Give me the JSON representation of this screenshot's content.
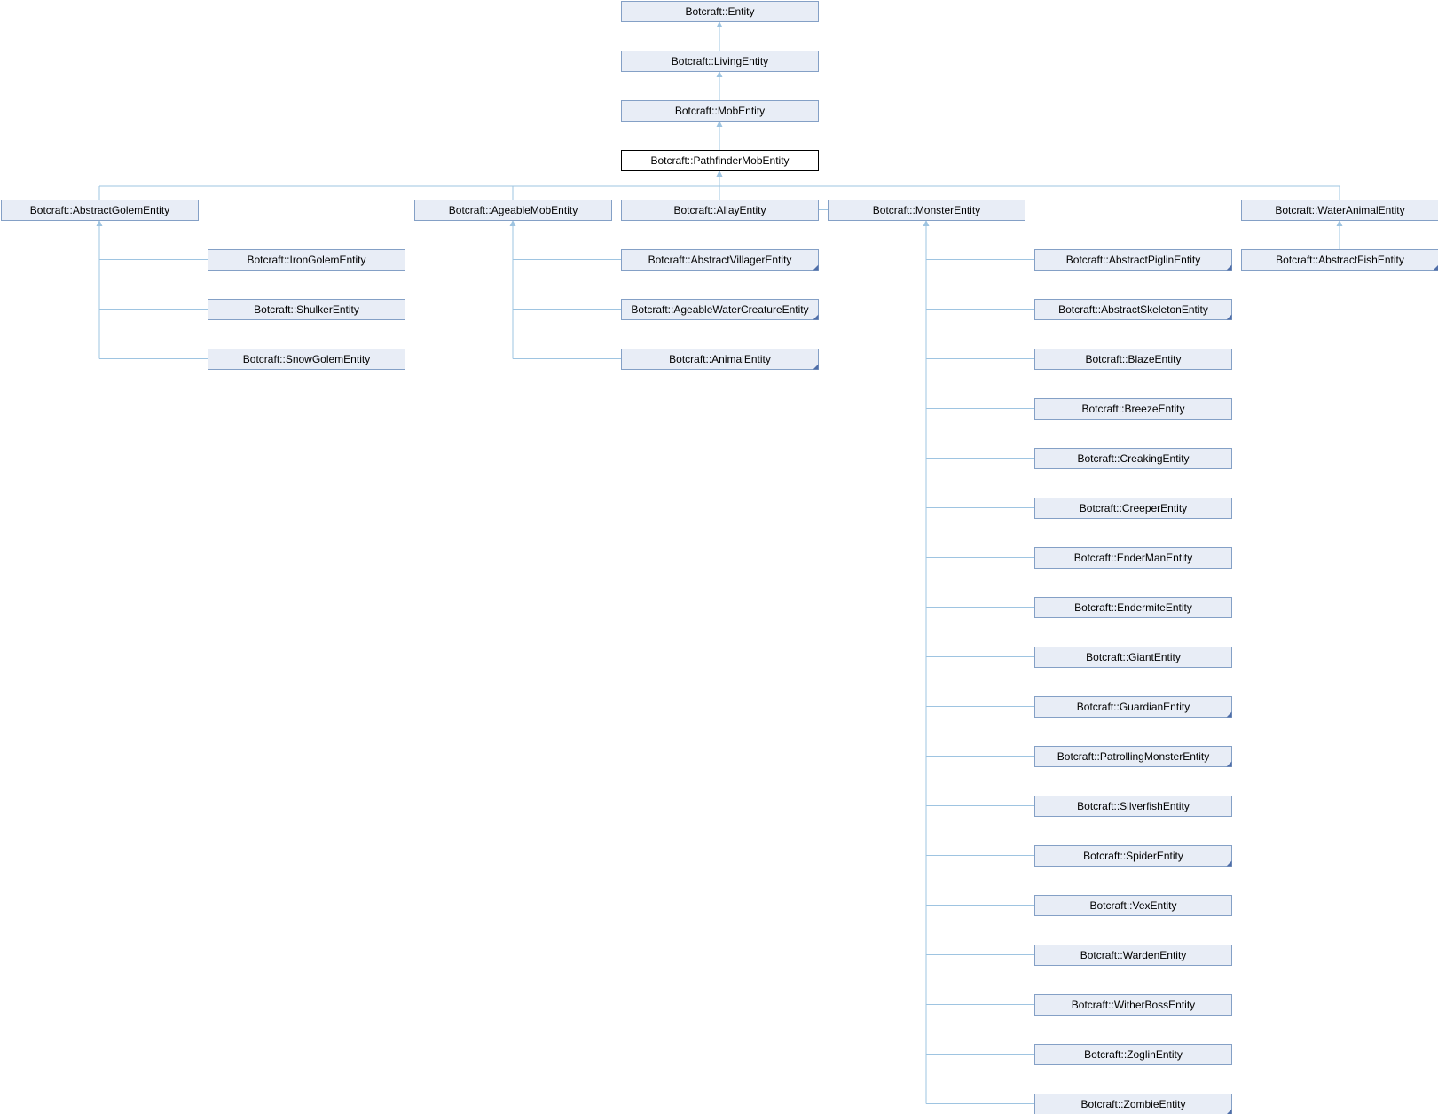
{
  "diagram": {
    "type": "class-inheritance",
    "colors": {
      "node_fill": "#e8edf6",
      "node_border": "#84a0c6",
      "current_fill": "#ffffff",
      "current_border": "#000000",
      "edge": "#9ec4e1",
      "corner_marker": "#4f6ea8"
    },
    "nodes": [
      {
        "id": "entity",
        "label": "Botcraft::Entity",
        "parent": null,
        "more": false
      },
      {
        "id": "living",
        "label": "Botcraft::LivingEntity",
        "parent": "entity",
        "more": false
      },
      {
        "id": "mob",
        "label": "Botcraft::MobEntity",
        "parent": "living",
        "more": false
      },
      {
        "id": "pathfinder",
        "label": "Botcraft::PathfinderMobEntity",
        "parent": "mob",
        "more": false,
        "current": true
      },
      {
        "id": "golem",
        "label": "Botcraft::AbstractGolemEntity",
        "parent": "pathfinder",
        "more": false
      },
      {
        "id": "ageable",
        "label": "Botcraft::AgeableMobEntity",
        "parent": "pathfinder",
        "more": false
      },
      {
        "id": "allay",
        "label": "Botcraft::AllayEntity",
        "parent": "pathfinder",
        "more": false
      },
      {
        "id": "monster",
        "label": "Botcraft::MonsterEntity",
        "parent": "pathfinder",
        "more": false
      },
      {
        "id": "wateranimal",
        "label": "Botcraft::WaterAnimalEntity",
        "parent": "pathfinder",
        "more": false
      },
      {
        "id": "irongolem",
        "label": "Botcraft::IronGolemEntity",
        "parent": "golem",
        "more": false
      },
      {
        "id": "shulker",
        "label": "Botcraft::ShulkerEntity",
        "parent": "golem",
        "more": false
      },
      {
        "id": "snowgolem",
        "label": "Botcraft::SnowGolemEntity",
        "parent": "golem",
        "more": false
      },
      {
        "id": "villager",
        "label": "Botcraft::AbstractVillagerEntity",
        "parent": "ageable",
        "more": true
      },
      {
        "id": "ageablewater",
        "label": "Botcraft::AgeableWaterCreatureEntity",
        "parent": "ageable",
        "more": true
      },
      {
        "id": "animal",
        "label": "Botcraft::AnimalEntity",
        "parent": "ageable",
        "more": true
      },
      {
        "id": "fish",
        "label": "Botcraft::AbstractFishEntity",
        "parent": "wateranimal",
        "more": true
      },
      {
        "id": "piglin",
        "label": "Botcraft::AbstractPiglinEntity",
        "parent": "monster",
        "more": true
      },
      {
        "id": "skeleton",
        "label": "Botcraft::AbstractSkeletonEntity",
        "parent": "monster",
        "more": true
      },
      {
        "id": "blaze",
        "label": "Botcraft::BlazeEntity",
        "parent": "monster",
        "more": false
      },
      {
        "id": "breeze",
        "label": "Botcraft::BreezeEntity",
        "parent": "monster",
        "more": false
      },
      {
        "id": "creaking",
        "label": "Botcraft::CreakingEntity",
        "parent": "monster",
        "more": false
      },
      {
        "id": "creeper",
        "label": "Botcraft::CreeperEntity",
        "parent": "monster",
        "more": false
      },
      {
        "id": "enderman",
        "label": "Botcraft::EnderManEntity",
        "parent": "monster",
        "more": false
      },
      {
        "id": "endermite",
        "label": "Botcraft::EndermiteEntity",
        "parent": "monster",
        "more": false
      },
      {
        "id": "giant",
        "label": "Botcraft::GiantEntity",
        "parent": "monster",
        "more": false
      },
      {
        "id": "guardian",
        "label": "Botcraft::GuardianEntity",
        "parent": "monster",
        "more": true
      },
      {
        "id": "patrolling",
        "label": "Botcraft::PatrollingMonsterEntity",
        "parent": "monster",
        "more": true
      },
      {
        "id": "silverfish",
        "label": "Botcraft::SilverfishEntity",
        "parent": "monster",
        "more": false
      },
      {
        "id": "spider",
        "label": "Botcraft::SpiderEntity",
        "parent": "monster",
        "more": true
      },
      {
        "id": "vex",
        "label": "Botcraft::VexEntity",
        "parent": "monster",
        "more": false
      },
      {
        "id": "warden",
        "label": "Botcraft::WardenEntity",
        "parent": "monster",
        "more": false
      },
      {
        "id": "witherboss",
        "label": "Botcraft::WitherBossEntity",
        "parent": "monster",
        "more": false
      },
      {
        "id": "zoglin",
        "label": "Botcraft::ZoglinEntity",
        "parent": "monster",
        "more": false
      },
      {
        "id": "zombie",
        "label": "Botcraft::ZombieEntity",
        "parent": "monster",
        "more": true
      }
    ]
  }
}
